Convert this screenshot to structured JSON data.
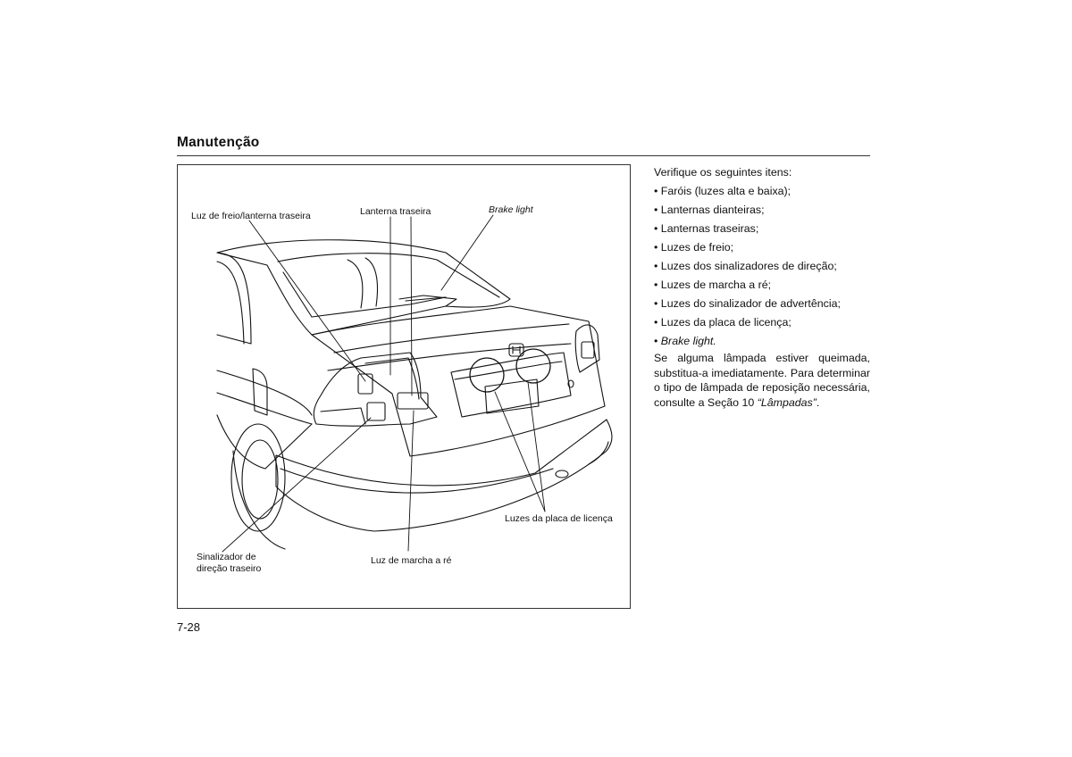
{
  "header": {
    "title": "Manutenção"
  },
  "figure": {
    "callouts": {
      "brake_tail": "Luz de freio/lanterna traseira",
      "tail": "Lanterna traseira",
      "brake_light": "Brake light",
      "license": "Luzes da placa de licença",
      "turn_1": "Sinalizador de",
      "turn_2": "direção traseiro",
      "reverse": "Luz de marcha a ré"
    }
  },
  "text": {
    "intro": "Verifique os seguintes itens:",
    "items": [
      "Faróis (luzes alta e baixa);",
      "Lanternas dianteiras;",
      "Lanternas traseiras;",
      "Luzes de freio;",
      "Luzes dos sinalizadores de direção;",
      "Luzes de marcha a ré;",
      "Luzes do sinalizador de advertência;",
      "Luzes da placa de licença;",
      "Brake light."
    ],
    "bullet": "•",
    "closing_1": "Se alguma lâmpada estiver queimada, substitua-a imediatamente. Para determinar o tipo de lâmpada de reposição necessária, consulte a Seção 10 ",
    "closing_ref": "“Lâmpadas”",
    "closing_2": "."
  },
  "footer": {
    "page_number": "7-28"
  }
}
